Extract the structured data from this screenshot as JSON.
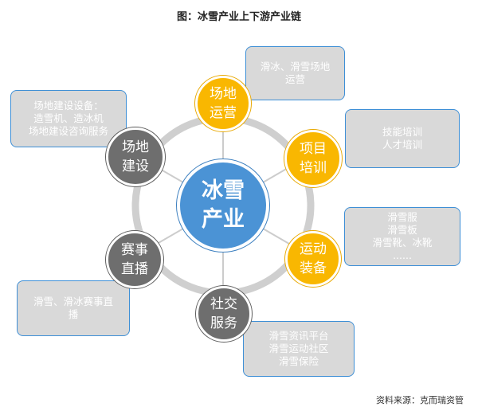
{
  "title": "图：冰雪产业上下游产业链",
  "center": [
    "冰雪",
    "产业"
  ],
  "nodes": [
    {
      "lines": [
        "场地",
        "运营"
      ],
      "color": "yellow"
    },
    {
      "lines": [
        "项目",
        "培训"
      ],
      "color": "yellow"
    },
    {
      "lines": [
        "运动",
        "装备"
      ],
      "color": "yellow"
    },
    {
      "lines": [
        "社交",
        "服务"
      ],
      "color": "gray"
    },
    {
      "lines": [
        "赛事",
        "直播"
      ],
      "color": "gray"
    },
    {
      "lines": [
        "场地",
        "建设"
      ],
      "color": "gray"
    }
  ],
  "boxes": [
    {
      "lines": [
        "滑冰、滑雪场地",
        "运营"
      ]
    },
    {
      "lines": [
        "技能培训",
        "人才培训"
      ]
    },
    {
      "lines": [
        "滑雪服",
        "滑雪板",
        "滑雪靴、冰靴",
        "......"
      ]
    },
    {
      "lines": [
        "滑雪资讯平台",
        "滑雪运动社区",
        "滑雪保险"
      ]
    },
    {
      "lines": [
        "滑雪、滑冰赛事直",
        "播"
      ]
    },
    {
      "lines": [
        "场地建设设备：",
        "造雪机、造冰机",
        "场地建设咨询服务"
      ]
    }
  ],
  "source": "资料来源：克而瑞资管",
  "colors": {
    "yellow": "#f9b701",
    "gray": "#6e6e6e",
    "center": "#4b93d5",
    "ring": "#cfcfcf",
    "box_border": "#3e8fd6"
  }
}
